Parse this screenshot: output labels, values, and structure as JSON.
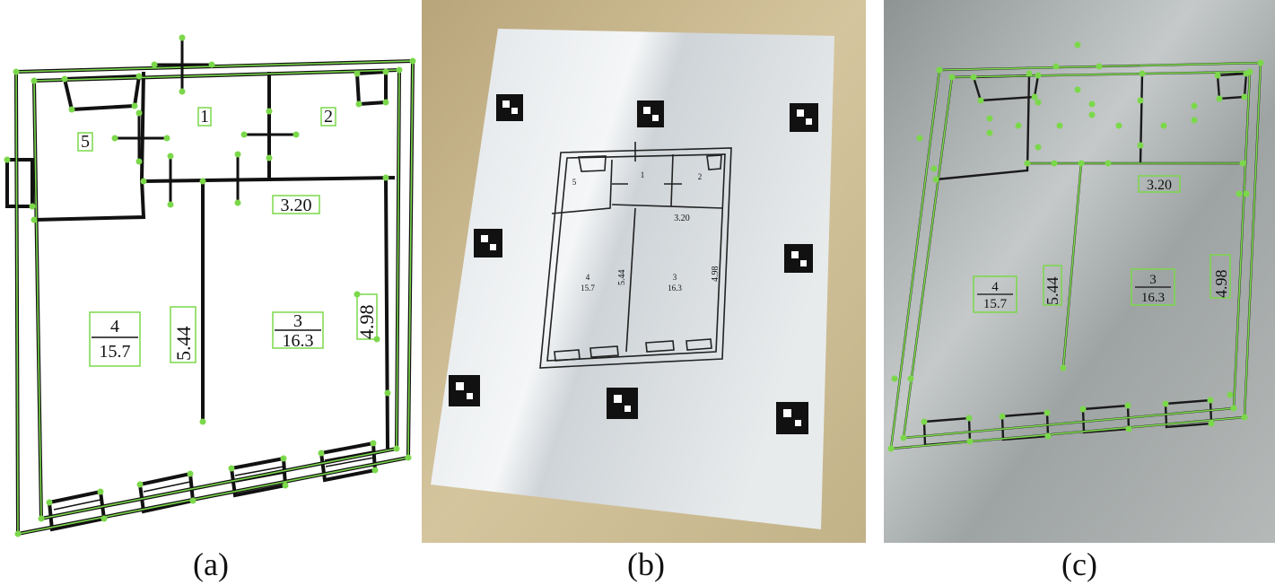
{
  "panels": [
    {
      "id": "a",
      "caption": "(a)"
    },
    {
      "id": "b",
      "caption": "(b)"
    },
    {
      "id": "c",
      "caption": "(c)"
    }
  ],
  "rooms": {
    "r1": "1",
    "r2": "2",
    "r5": "5",
    "r4_num": "4",
    "r4_area": "15.7",
    "r3_num": "3",
    "r3_area": "16.3"
  },
  "dimensions": {
    "top": "3.20",
    "left_vertical": "5.44",
    "right_vertical": "4.98"
  },
  "colors": {
    "keypoint": "#7bd84b",
    "wall": "#111111",
    "paper": "#eef0f2",
    "table": "#c9b88f",
    "photo_gray": "#a8adad"
  },
  "icons": {
    "marker": "aruco-marker-icon",
    "keypoint": "keypoint-dot-icon"
  }
}
